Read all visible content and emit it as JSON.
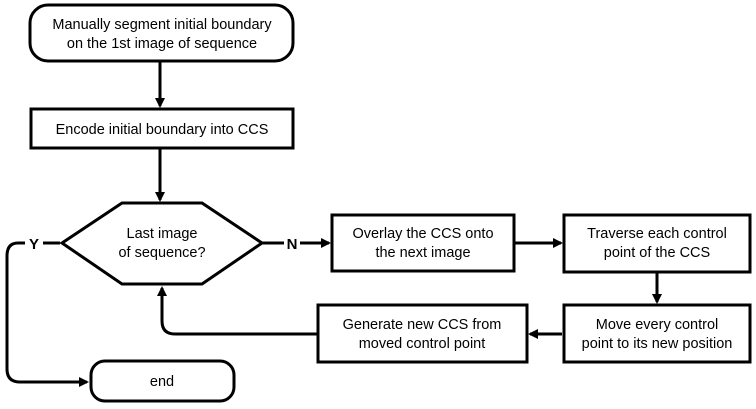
{
  "diagram": {
    "nodes": {
      "start": {
        "line1": "Manually segment initial boundary",
        "line2": "on the 1st image of sequence"
      },
      "encode": {
        "line1": "Encode initial boundary into CCS"
      },
      "decision": {
        "line1": "Last image",
        "line2": "of sequence?"
      },
      "overlay": {
        "line1": "Overlay the CCS onto",
        "line2": "the next image"
      },
      "traverse": {
        "line1": "Traverse each control",
        "line2": "point of the CCS"
      },
      "move": {
        "line1": "Move every control",
        "line2": "point to its new position"
      },
      "generate": {
        "line1": "Generate new CCS from",
        "line2": "moved control point"
      },
      "end": {
        "line1": "end"
      }
    },
    "edge_labels": {
      "yes": "Y",
      "no": "N"
    }
  }
}
